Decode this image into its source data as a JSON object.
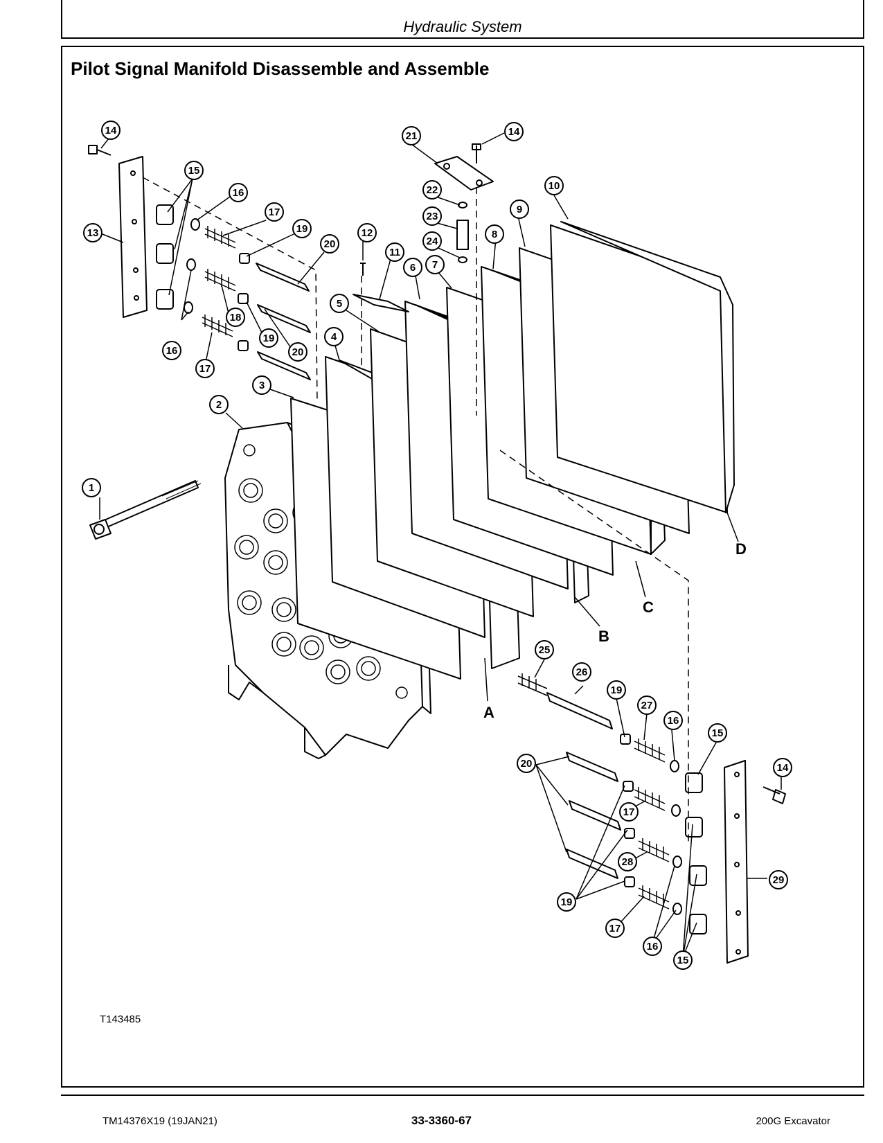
{
  "header": {
    "section_title": "Hydraulic System"
  },
  "page_title": "Pilot Signal Manifold Disassemble and Assemble",
  "figure": {
    "id": "T143485",
    "callouts": {
      "c14a": "14",
      "c15a": "15",
      "c13": "13",
      "c16a": "16",
      "c17a": "17",
      "c19a": "19",
      "c20a": "20",
      "c18": "18",
      "c19b": "19",
      "c16b": "16",
      "c20b": "20",
      "c17b": "17",
      "c21": "21",
      "c14b": "14",
      "c22": "22",
      "c23": "23",
      "c24": "24",
      "c12": "12",
      "c11": "11",
      "c10": "10",
      "c9": "9",
      "c8": "8",
      "c7": "7",
      "c6": "6",
      "c5": "5",
      "c4": "4",
      "c3": "3",
      "c2": "2",
      "c1": "1",
      "c25": "25",
      "c26": "26",
      "c19c": "19",
      "c27": "27",
      "c16c": "16",
      "c15b": "15",
      "c14c": "14",
      "c20c": "20",
      "c17c": "17",
      "c28": "28",
      "c19d": "19",
      "c29": "29",
      "c17d": "17",
      "c16d": "16",
      "c15c": "15"
    },
    "letters": {
      "A": "A",
      "B": "B",
      "C": "C",
      "D": "D"
    }
  },
  "footer": {
    "doc_id": "TM14376X19 (19JAN21)",
    "page_number": "33-3360-67",
    "model": "200G Excavator"
  }
}
